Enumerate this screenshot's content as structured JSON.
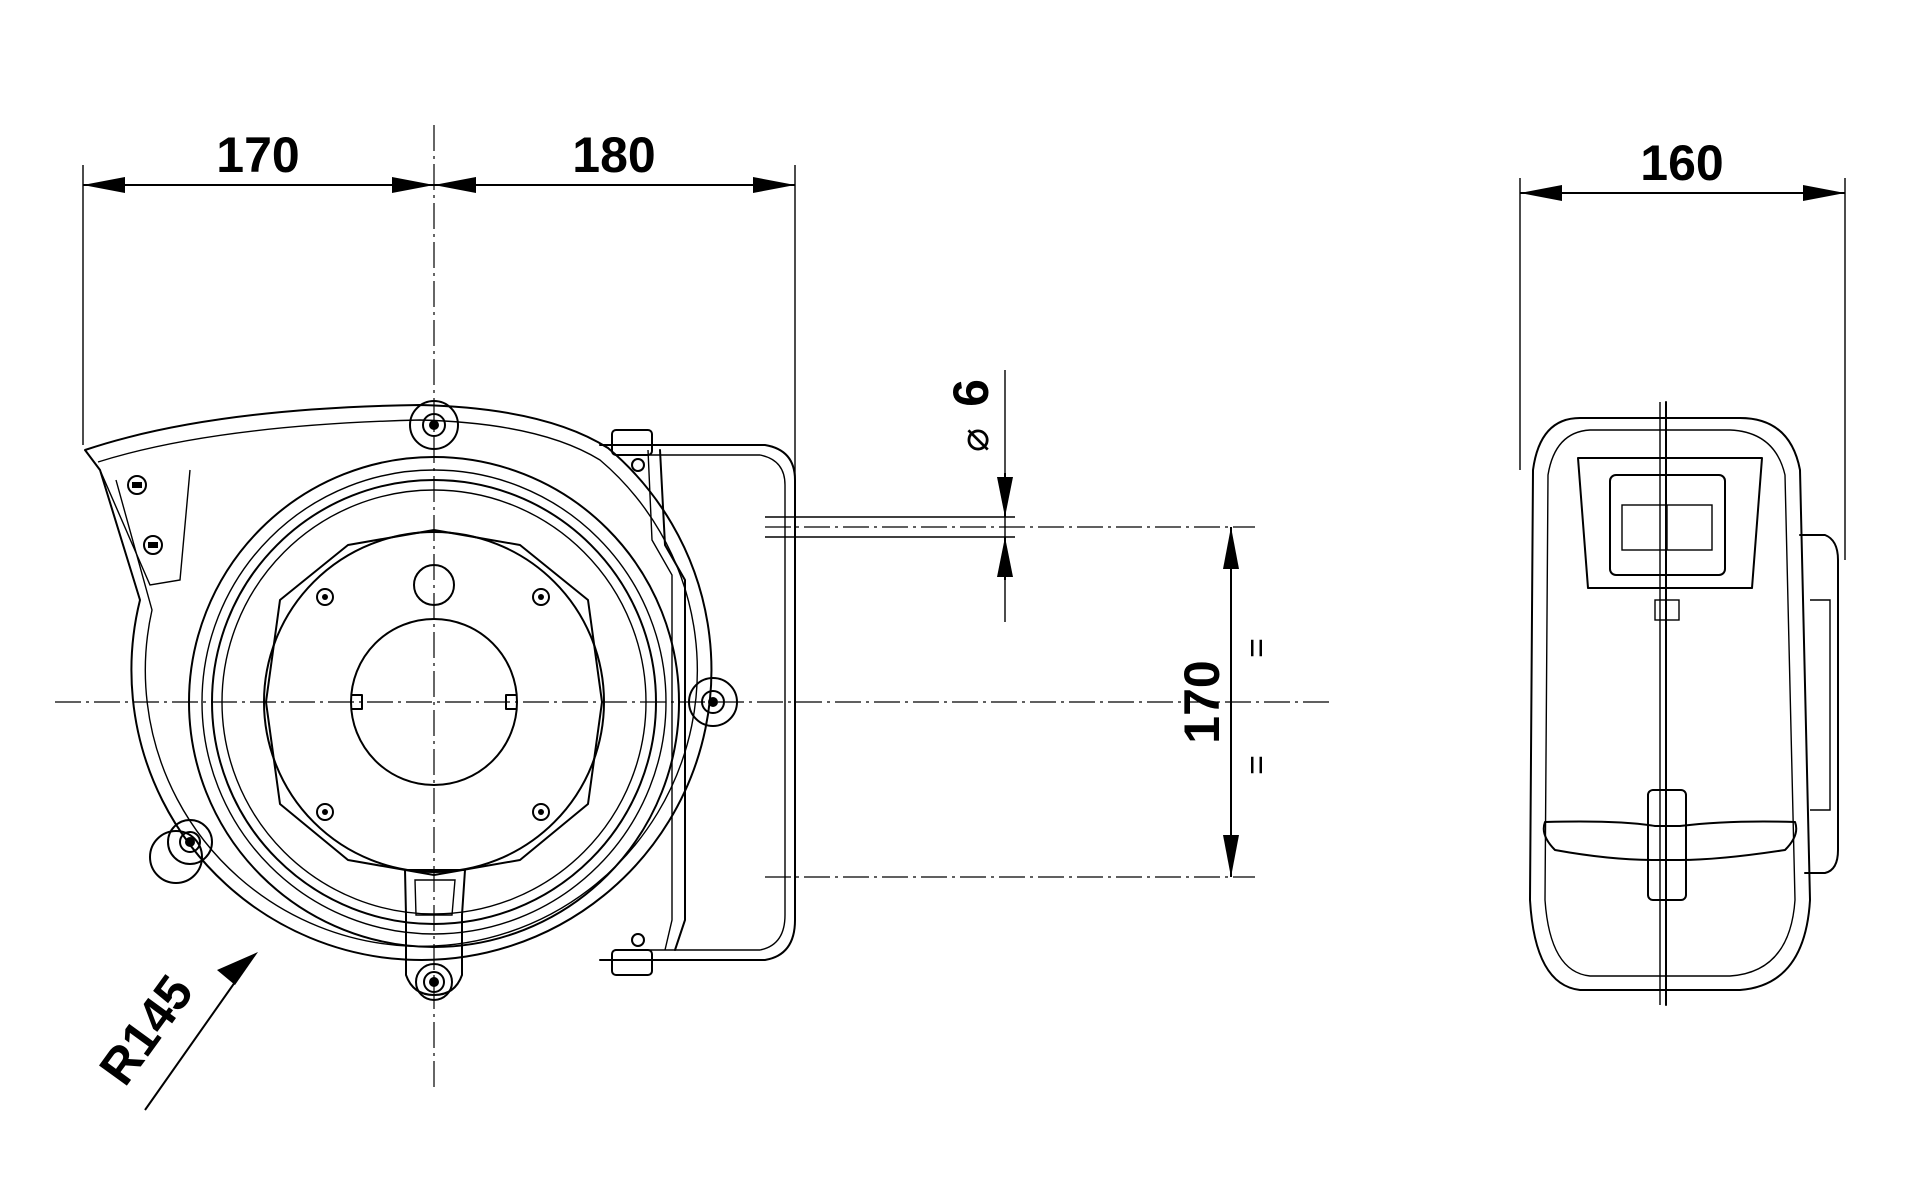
{
  "dimensions": {
    "left_width": "170",
    "right_width": "180",
    "depth": "160",
    "mount_spacing": "170",
    "hole_diameter": "6",
    "diameter_symbol": "⌀",
    "radius": "R145"
  },
  "equal_marks": [
    "=",
    "="
  ]
}
